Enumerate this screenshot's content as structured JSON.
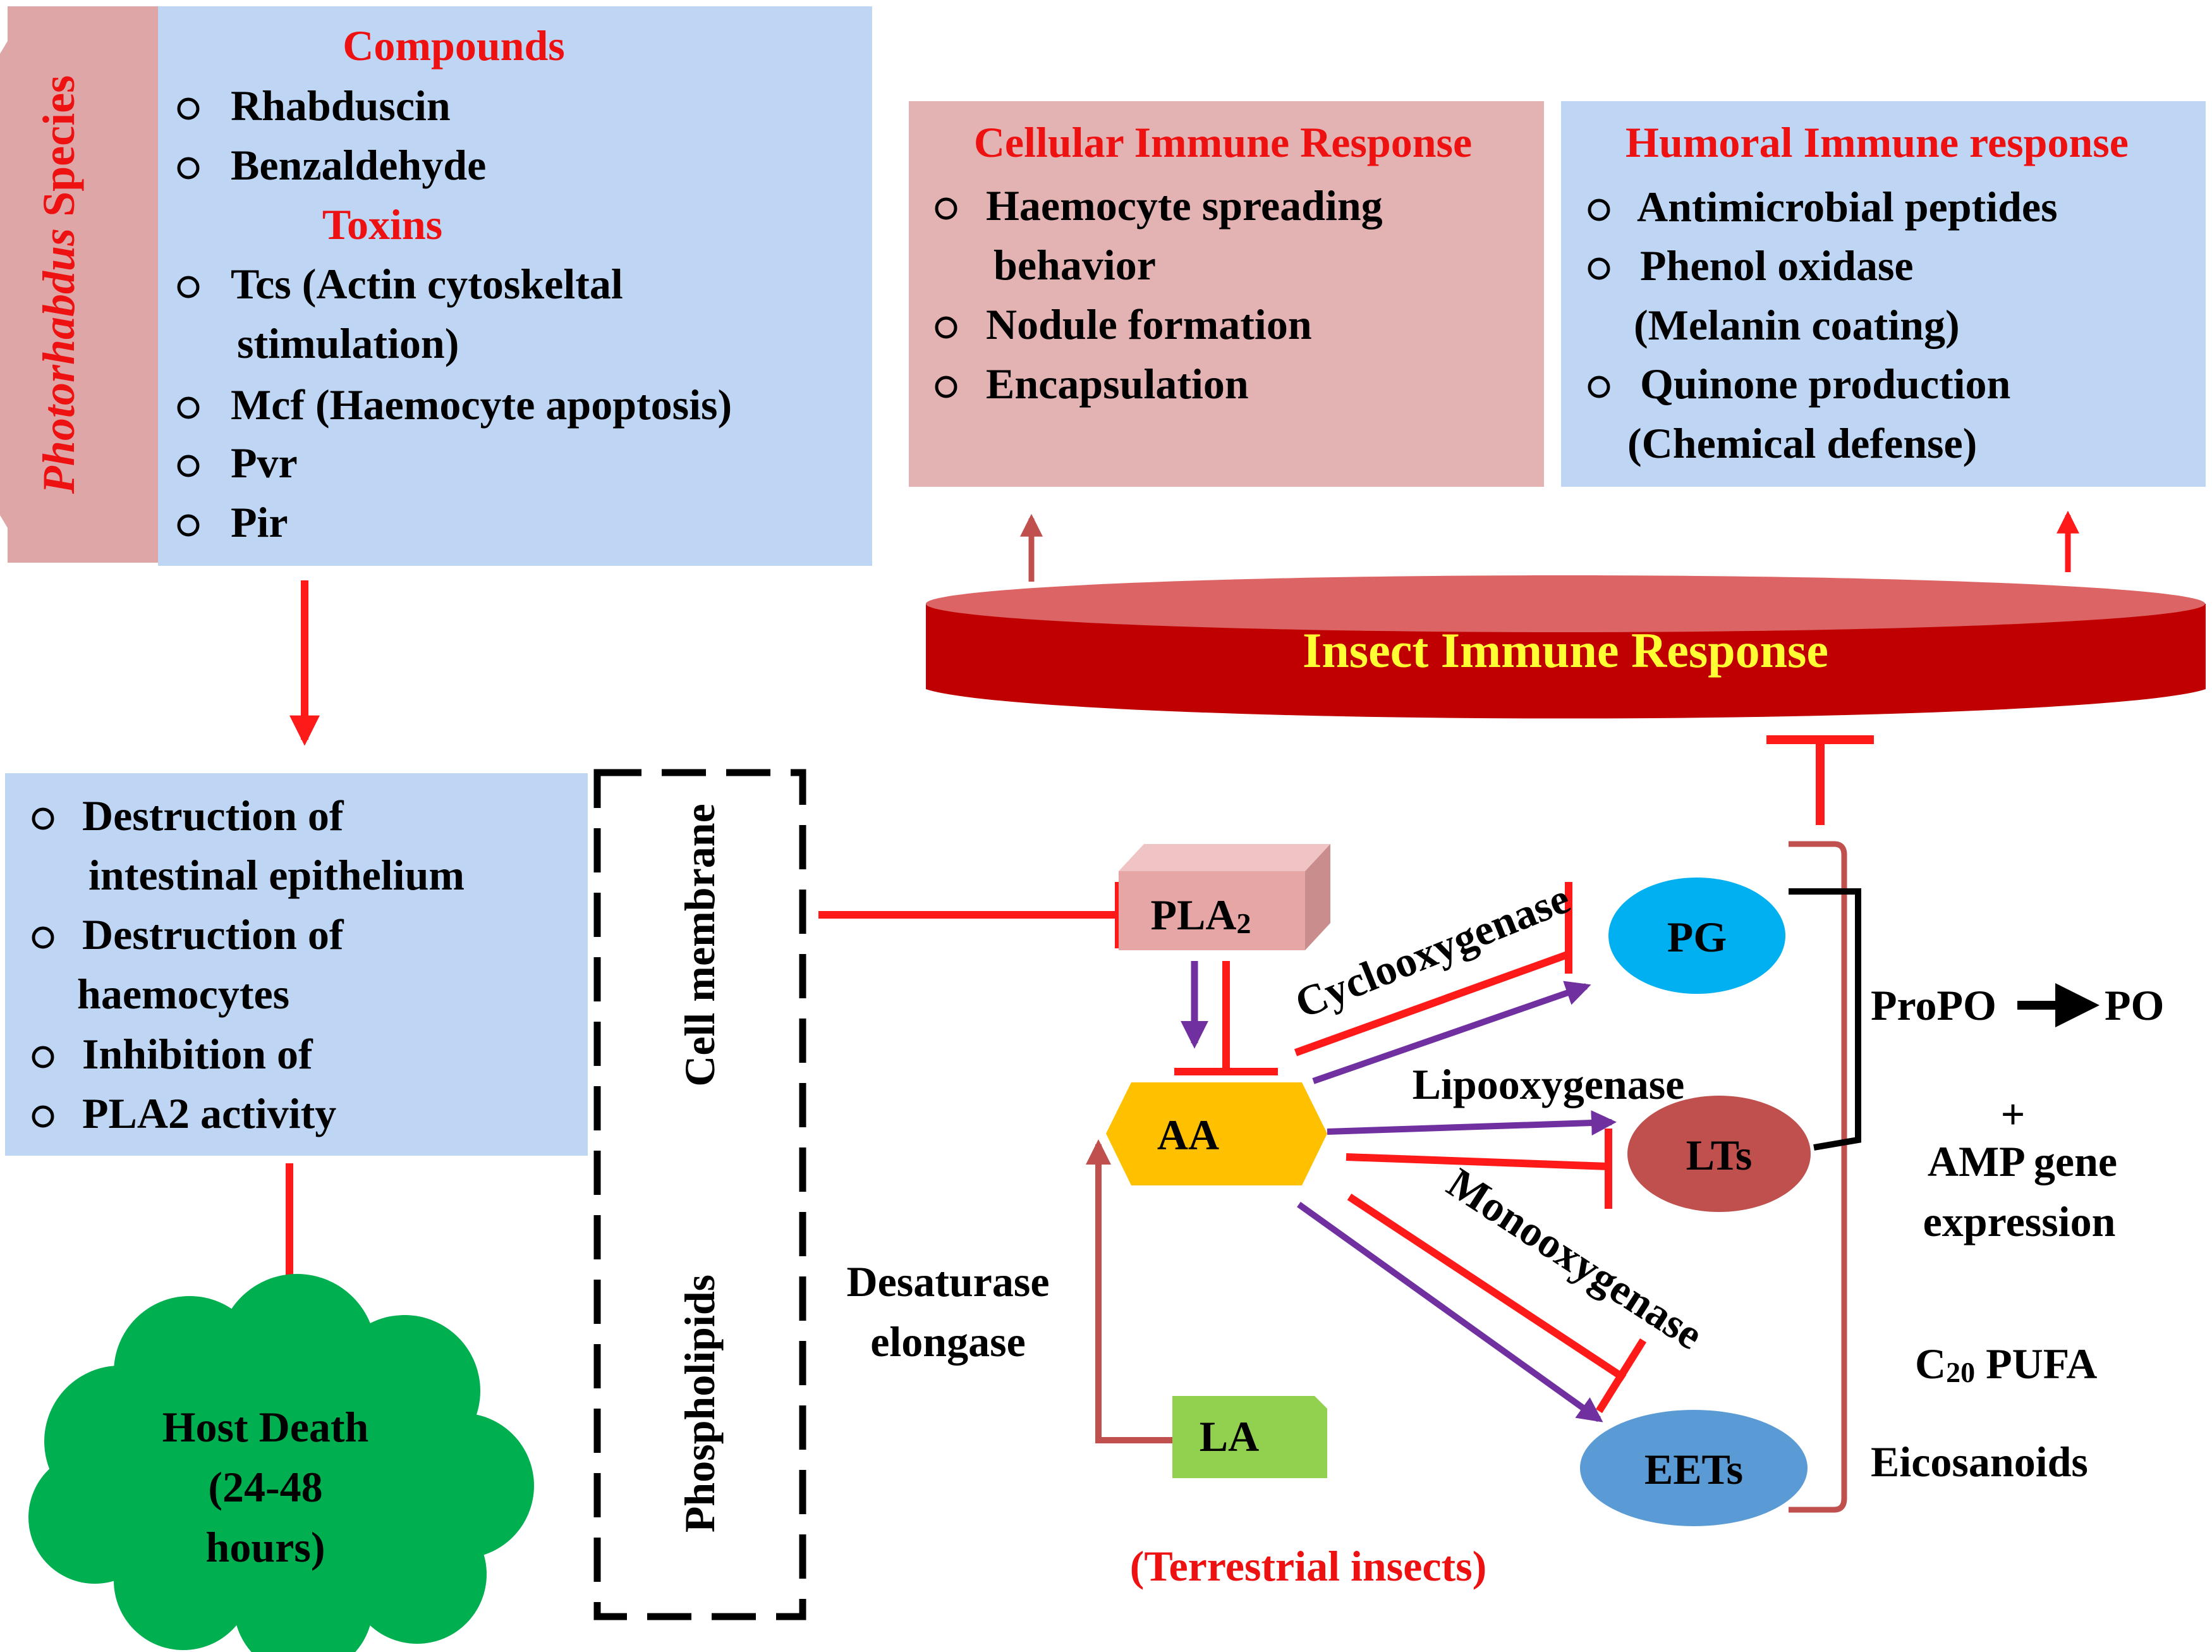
{
  "colors": {
    "red_arrow": "#ff1a1a",
    "purple_arrow": "#7030a0",
    "blue_box": "#bed5f4",
    "pink_box": "#e3b2b2",
    "species_tab": "#dea6a6",
    "immune_disc": "#c00000",
    "immune_disc_top": "#dd6464",
    "host_death_cloud": "#00b050",
    "aa_hexagon": "#ffc000",
    "pg_ellipse": "#00b0f0",
    "lts_ellipse": "#c0504d",
    "eets_ellipse": "#5b9bd5",
    "la_box": "#92d050",
    "pla2_box": "#e6a6a6",
    "bracket": "#c0504d"
  },
  "species_tab": {
    "genus": "Photorhabdus",
    "rest": "Species"
  },
  "compounds_panel": {
    "compounds_heading": "Compounds",
    "compounds": [
      "Rhabduscin",
      "Benzaldehyde"
    ],
    "toxins_heading": "Toxins",
    "toxins": [
      {
        "lines": [
          "Tcs (Actin cytoskeltal",
          "stimulation)"
        ]
      },
      {
        "lines": [
          "Mcf (Haemocyte apoptosis)"
        ]
      },
      {
        "lines": [
          "Pvr"
        ]
      },
      {
        "lines": [
          "Pir"
        ]
      }
    ]
  },
  "effects_panel": {
    "items": [
      {
        "lines": [
          "Destruction of",
          "intestinal epithelium"
        ]
      },
      {
        "lines": [
          "Destruction of",
          "haemocytes"
        ]
      },
      {
        "lines": [
          "Inhibition of"
        ]
      },
      {
        "lines": [
          "PLA2 activity"
        ]
      }
    ]
  },
  "host_death": {
    "lines": [
      "Host Death",
      "(24-48",
      "hours)"
    ]
  },
  "membrane": {
    "top_label": "Cell membrane",
    "bottom_label": "Phospholipids"
  },
  "cellular_panel": {
    "heading": "Cellular Immune Response",
    "items": [
      {
        "lines": [
          "Haemocyte spreading",
          "behavior"
        ]
      },
      {
        "lines": [
          "Nodule formation"
        ]
      },
      {
        "lines": [
          "Encapsulation"
        ]
      }
    ]
  },
  "humoral_panel": {
    "heading": "Humoral Immune response",
    "items": [
      {
        "lines": [
          "Antimicrobial peptides"
        ]
      },
      {
        "lines": [
          "Phenol oxidase",
          "(Melanin coating)"
        ]
      },
      {
        "lines": [
          "Quinone production",
          "(Chemical defense)"
        ]
      }
    ]
  },
  "immune_disc": {
    "label": "Insect Immune Response"
  },
  "pathway": {
    "pla2": {
      "main": "PLA",
      "sub": "2"
    },
    "aa": "AA",
    "la": "LA",
    "pg": "PG",
    "lts": "LTs",
    "eets": "EETs",
    "cyclooxygenase": "Cyclooxygenase",
    "lipooxygenase": "Lipooxygenase",
    "monooxygenase": "Monooxygenase",
    "desaturase": "Desaturase",
    "elongase": "elongase",
    "terrestrial": "(Terrestrial insects)"
  },
  "outcomes": {
    "propo": "ProPO",
    "po": "PO",
    "plus": "+",
    "amp_line1": "AMP gene",
    "amp_line2": "expression",
    "c20_c": "C",
    "c20_sub": "20",
    "c20_rest": " PUFA",
    "eicosanoids": "Eicosanoids"
  }
}
